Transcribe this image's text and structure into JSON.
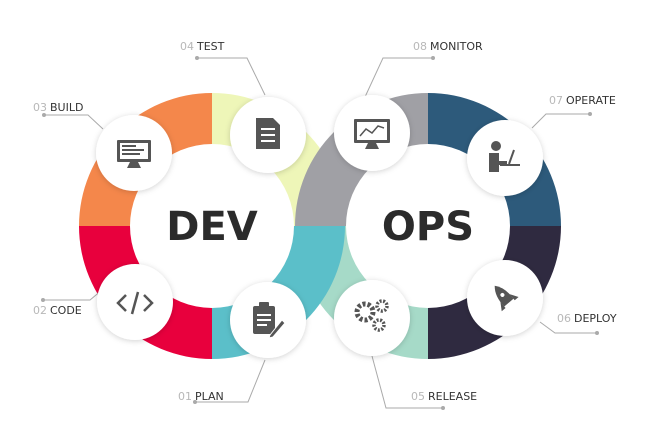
{
  "hubs": {
    "dev": "DEV",
    "ops": "OPS"
  },
  "stages": [
    {
      "num": "01",
      "label": "PLAN",
      "icon": "clipboard-pencil-icon",
      "color": "#5bbfc9"
    },
    {
      "num": "02",
      "label": "CODE",
      "icon": "code-icon",
      "color": "#e8003d"
    },
    {
      "num": "03",
      "label": "BUILD",
      "icon": "monitor-icon",
      "color": "#f4874b"
    },
    {
      "num": "04",
      "label": "TEST",
      "icon": "checklist-document-icon",
      "color": "#eef6b8"
    },
    {
      "num": "05",
      "label": "RELEASE",
      "icon": "gears-icon",
      "color": "#a6dac8"
    },
    {
      "num": "06",
      "label": "DEPLOY",
      "icon": "rocket-icon",
      "color": "#2f2a40"
    },
    {
      "num": "07",
      "label": "OPERATE",
      "icon": "person-laptop-icon",
      "color": "#2d5a7b"
    },
    {
      "num": "08",
      "label": "MONITOR",
      "icon": "monitor-chart-icon",
      "color": "#a0a0a5"
    }
  ]
}
